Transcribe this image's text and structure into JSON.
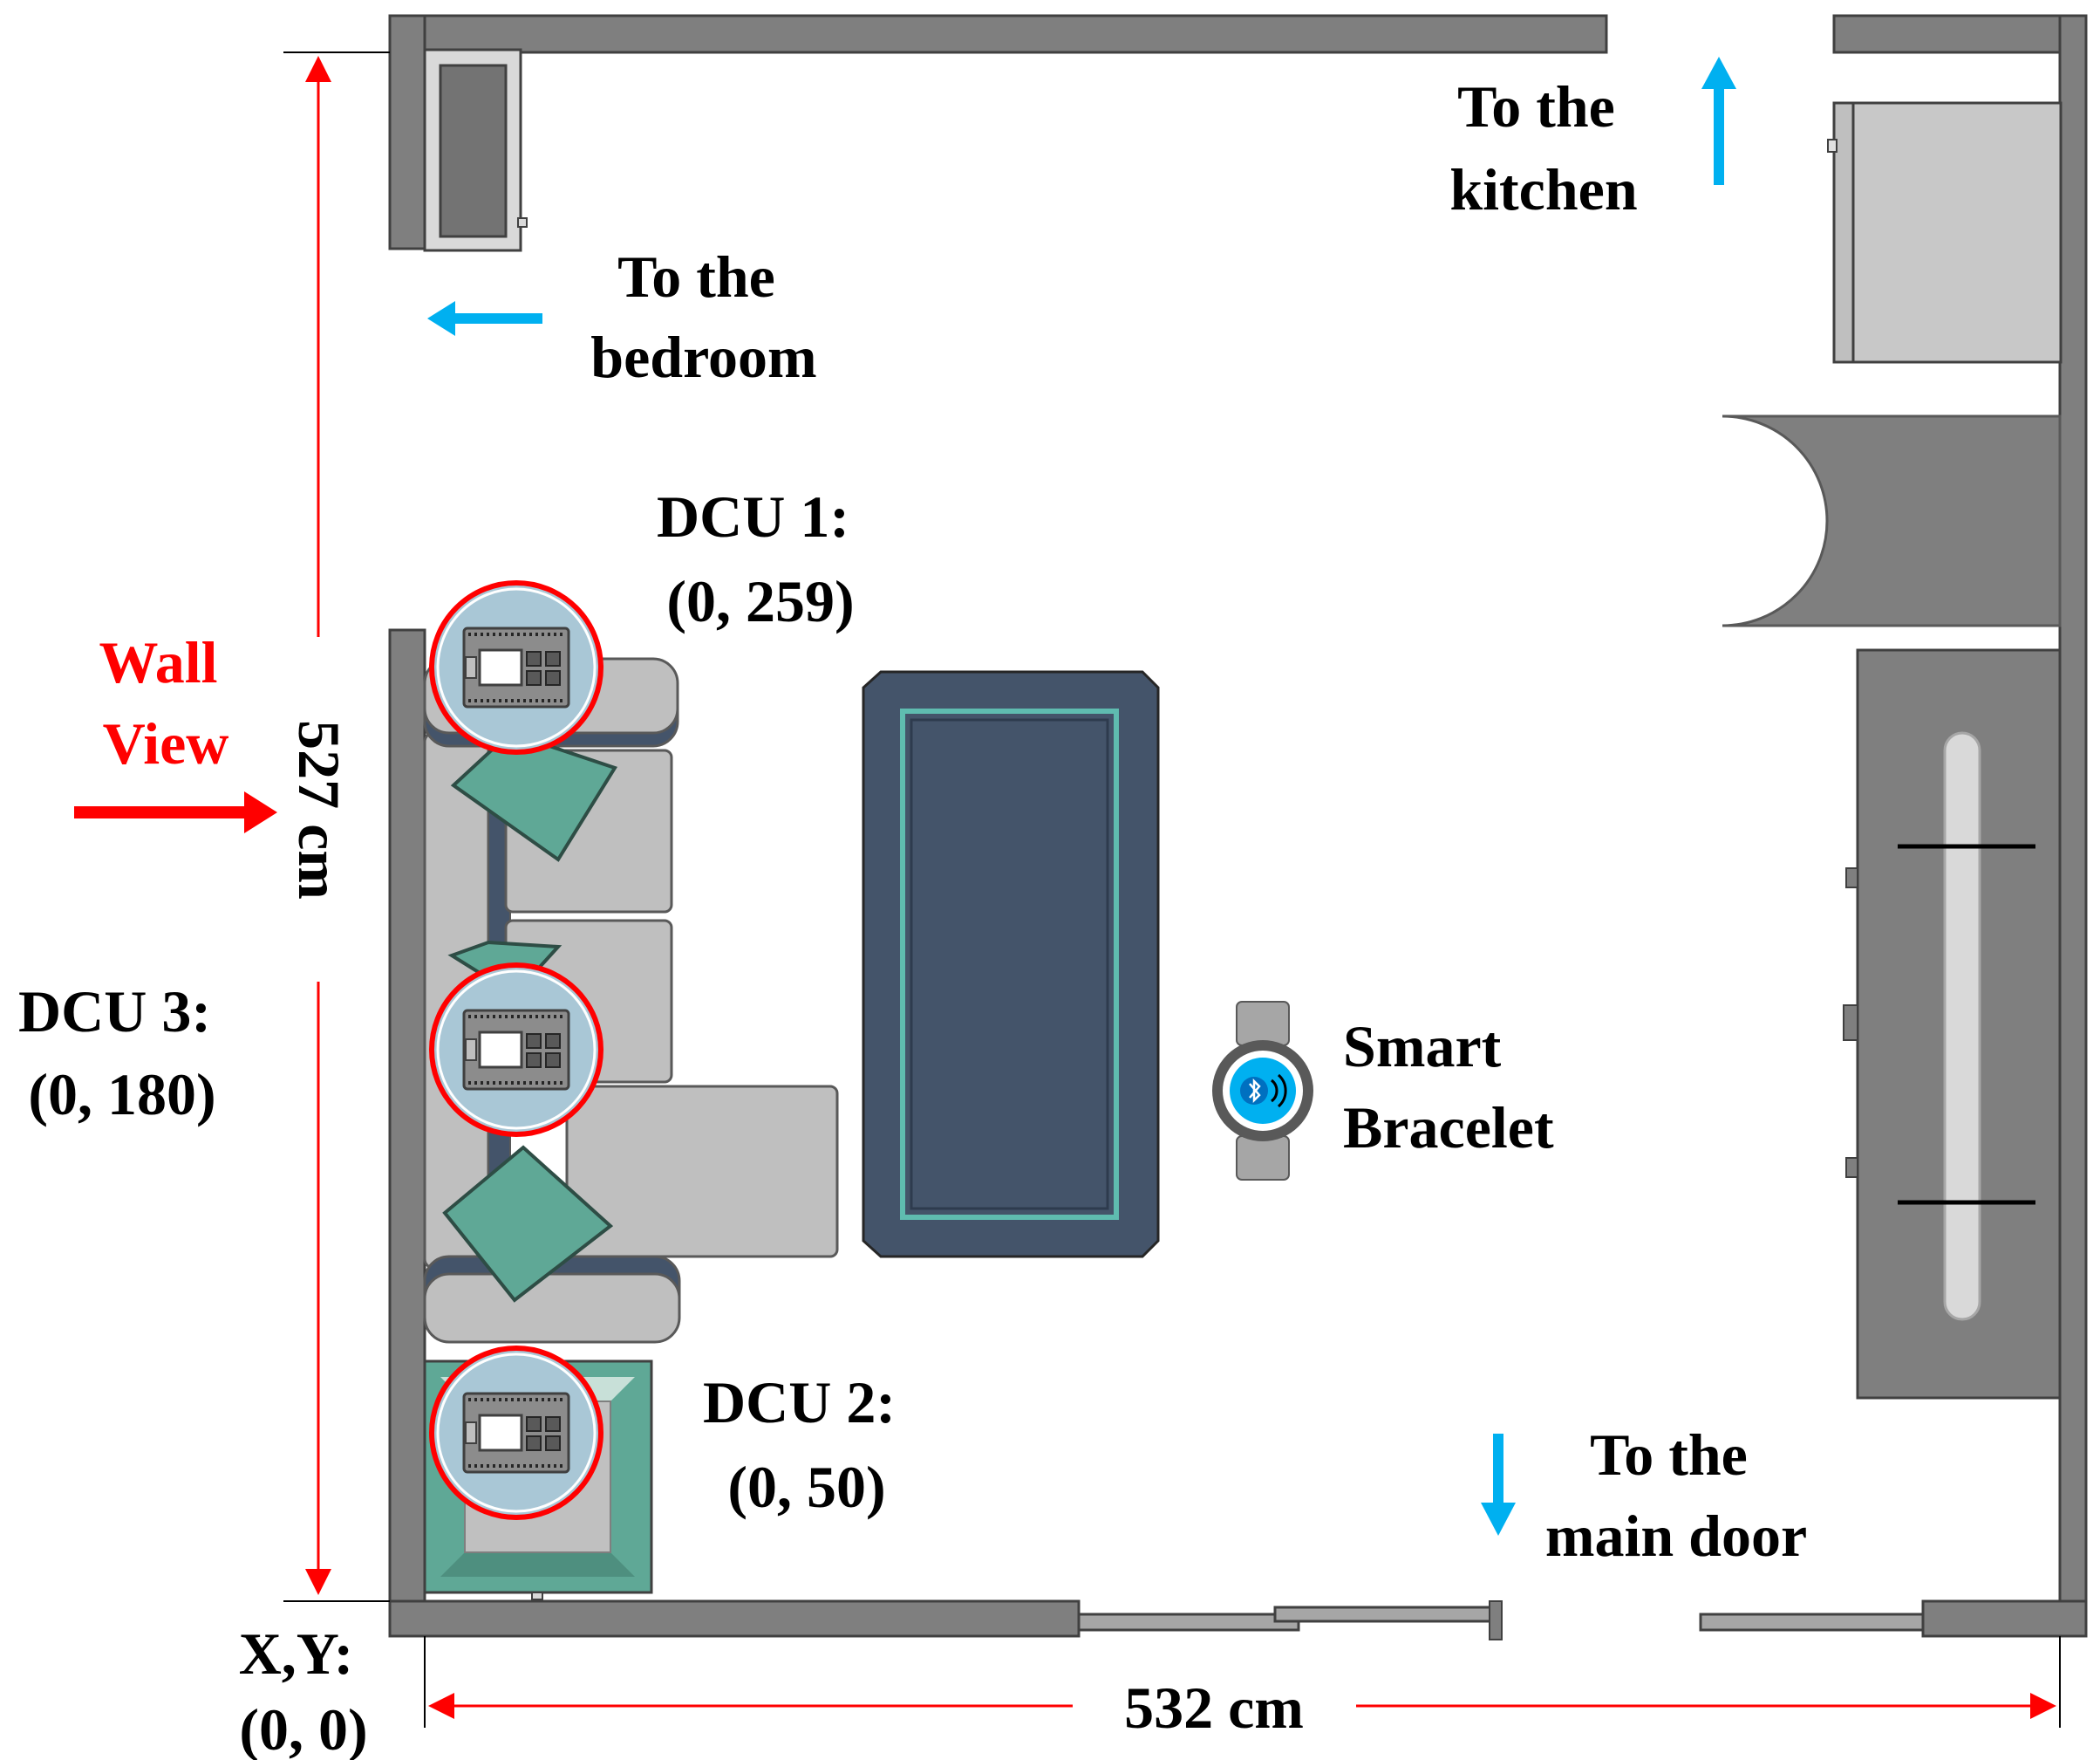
{
  "labels": {
    "to_bedroom": [
      "To the",
      "bedroom"
    ],
    "to_kitchen": [
      "To the",
      "kitchen"
    ],
    "to_main_door": [
      "To the",
      "main door"
    ],
    "wall_view": [
      "Wall",
      "View"
    ],
    "smart_bracelet": [
      "Smart",
      "Bracelet"
    ],
    "height_dim": "527 cm",
    "width_dim": "532 cm"
  },
  "dcus": [
    {
      "name": "DCU 1:",
      "coords": "(0, 259)"
    },
    {
      "name": "DCU 2:",
      "coords": "(0, 50)"
    },
    {
      "name": "DCU 3:",
      "coords": "(0, 180)"
    }
  ],
  "origin": {
    "name": "X,Y:",
    "coords": "(0, 0)"
  },
  "colors": {
    "wall": "#7f7f7f",
    "dimension": "#ff0000",
    "direction_arrow": "#00b0f0",
    "sofa": "#bfbfbf",
    "pillow": "#5fa896",
    "rug": "#44546a",
    "rug_border": "#5fbcb0",
    "dcu_fill": "#a9c7d6",
    "dcu_ring": "#ff0000"
  }
}
